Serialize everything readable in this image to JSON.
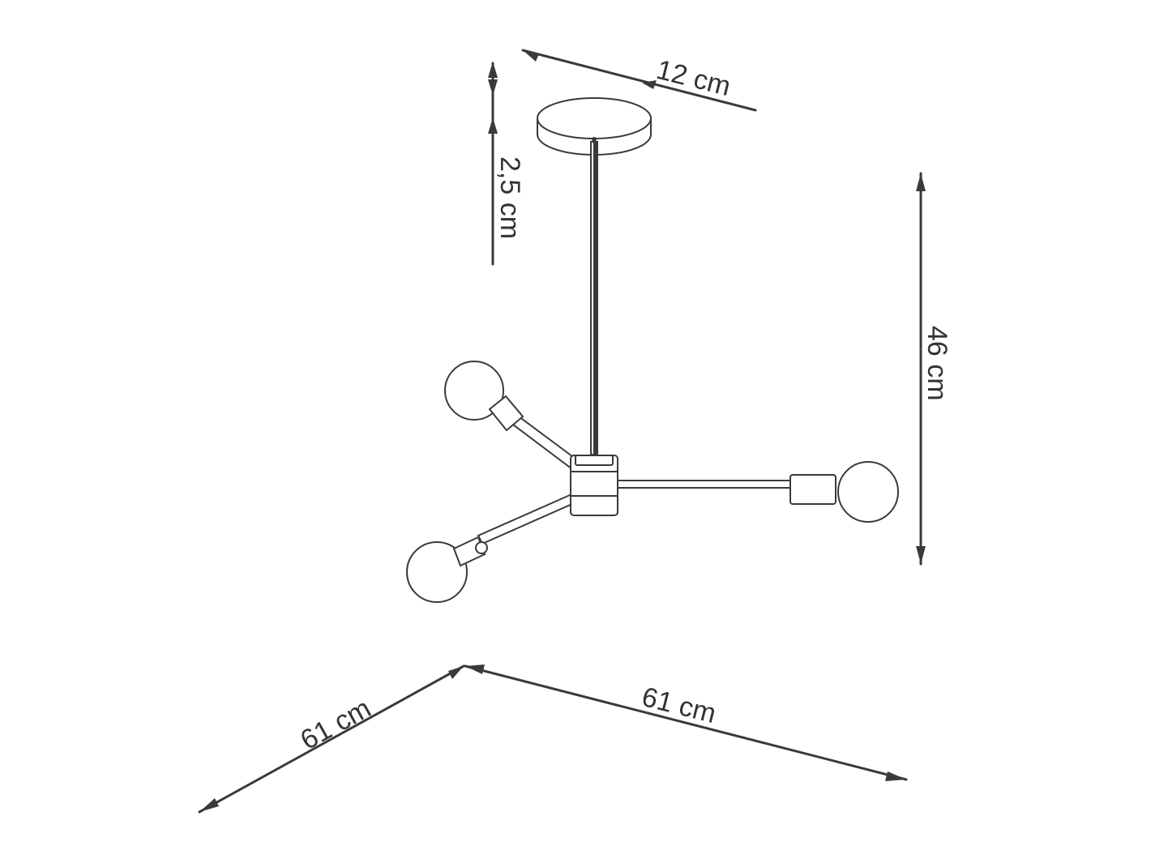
{
  "dimensions": {
    "canopy_diameter": "12 cm",
    "canopy_height": "2,5 cm",
    "total_height": "46 cm",
    "width_left": "61 cm",
    "width_right": "61 cm"
  },
  "colors": {
    "line": "#3a3a3a",
    "background": "#ffffff"
  }
}
